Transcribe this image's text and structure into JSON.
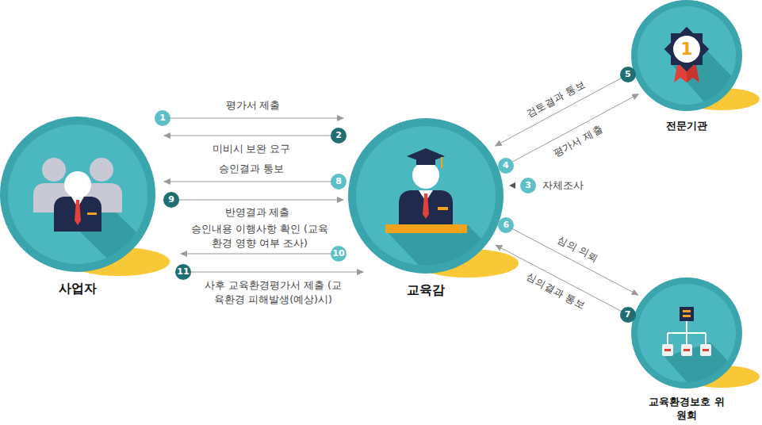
{
  "diagram": {
    "nodes": [
      {
        "text": [
          "사업자"
        ]
      },
      {
        "text": [
          "교육감"
        ]
      },
      {
        "text": [
          "전문기관"
        ]
      },
      {
        "text": [
          "교육환경보호 위원회"
        ]
      }
    ],
    "edges": [
      {
        "from": 0,
        "to": 1,
        "arrow": "to",
        "label": "평가서 제출"
      },
      {
        "from": 1,
        "to": 0,
        "arrow": "to",
        "label": "미비시 보완 요구"
      },
      {
        "from": 1,
        "to": 2,
        "arrow": "to",
        "label": "평가서 제출"
      },
      {
        "from": 2,
        "to": 1,
        "arrow": "to",
        "label": "검토결과 통보"
      },
      {
        "from": 1,
        "to": 3,
        "arrow": "to",
        "label": "심의 의뢰"
      },
      {
        "from": 3,
        "to": 1,
        "arrow": "to",
        "label": "심의결과 통보"
      },
      {
        "from": 1,
        "to": 0,
        "arrow": "to",
        "label": "승인결과 통보"
      },
      {
        "from": 0,
        "to": 1,
        "arrow": "to",
        "label": "반영결과 제출"
      },
      {
        "from": 1,
        "to": 0,
        "arrow": "to",
        "label": "승인내용 이행사항 확인 (교육환경 영향 여부 조사)"
      },
      {
        "from": 0,
        "to": 1,
        "arrow": "to",
        "label": "사후 교육환경평가서 제출 (교육환경 피해발생(예상)시)"
      }
    ],
    "labels": [
      "1",
      "2",
      "3",
      "4",
      "5",
      "6",
      "7",
      "8",
      "9",
      "10",
      "11",
      "자체조사",
      "1"
    ]
  }
}
